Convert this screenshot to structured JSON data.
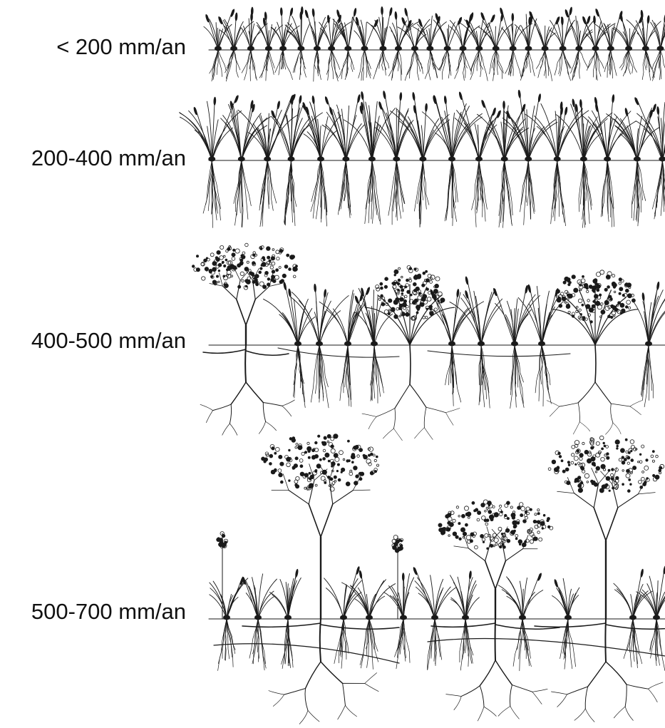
{
  "rows": [
    {
      "label": "< 200 mm/an"
    },
    {
      "label": "200-400 mm/an"
    },
    {
      "label": "400-500 mm/an"
    },
    {
      "label": "500-700 mm/an"
    }
  ],
  "colors": {
    "ink": "#1a1a1a",
    "background": "#ffffff"
  }
}
